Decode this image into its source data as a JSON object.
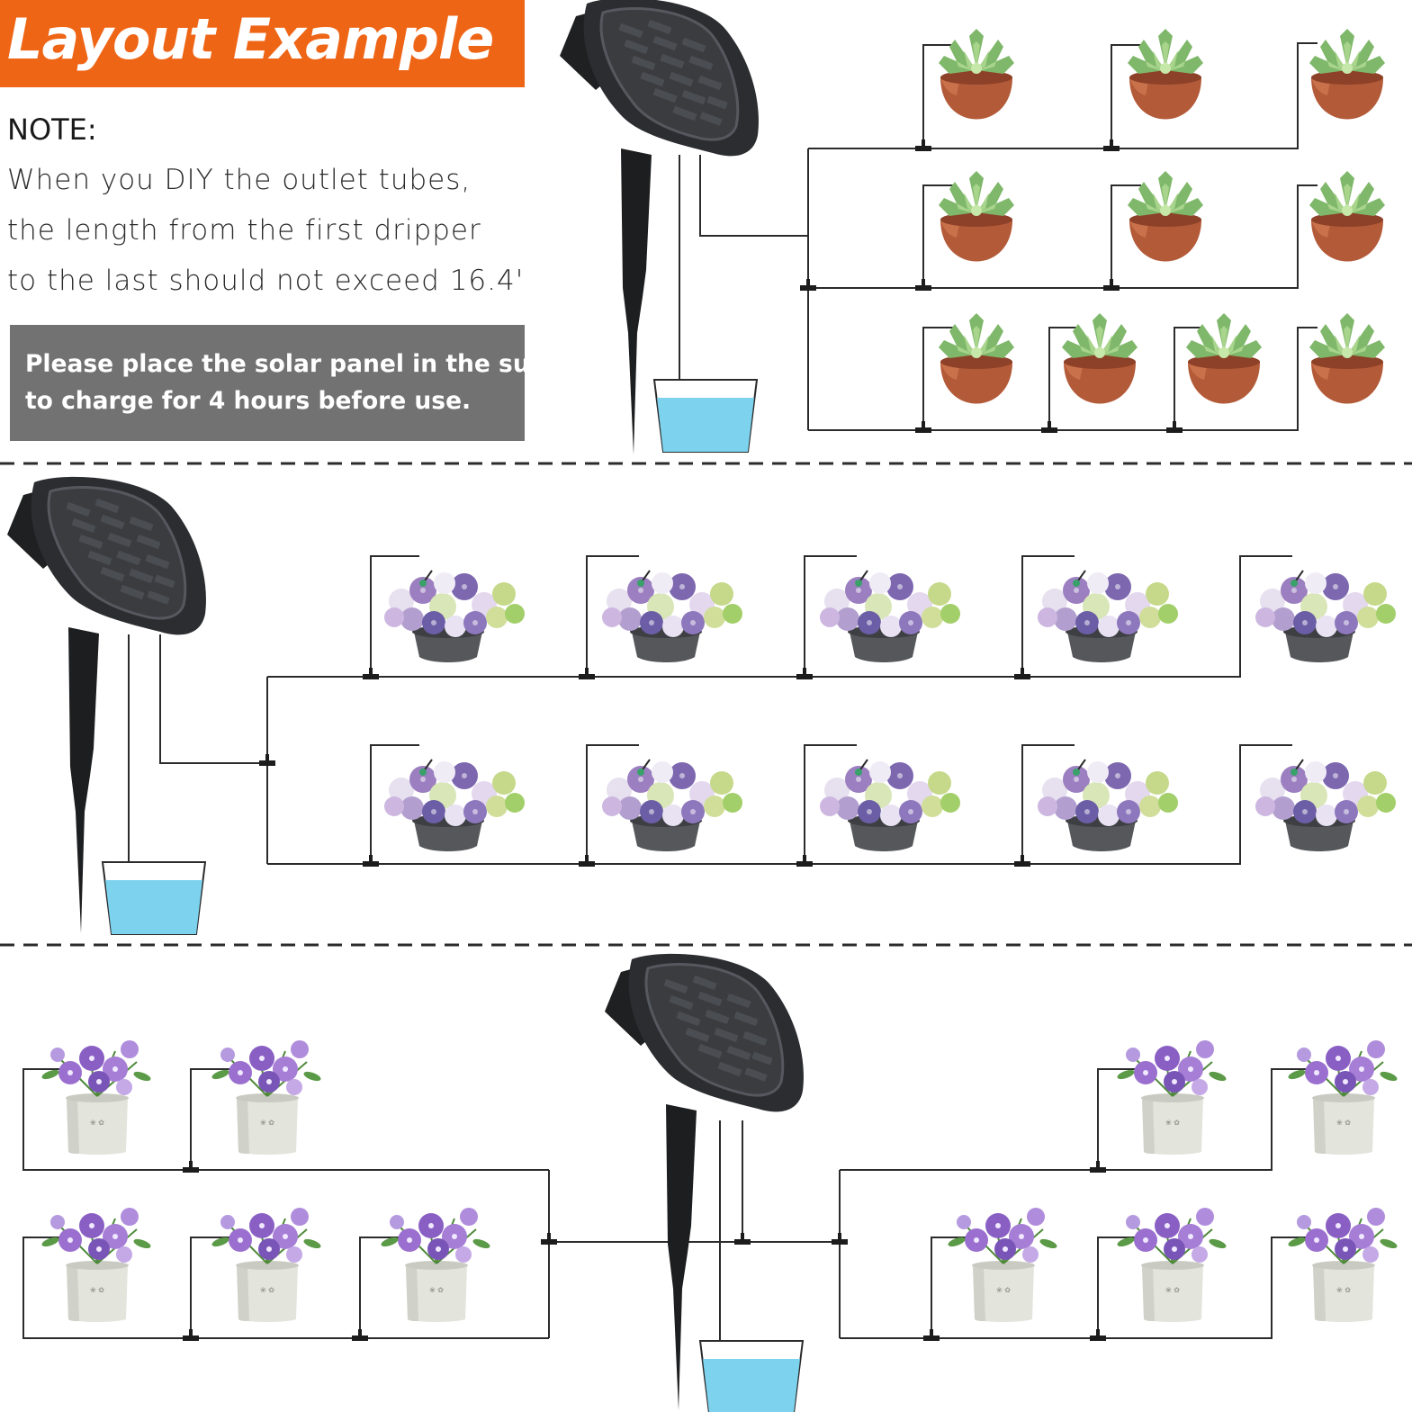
{
  "title": "Layout Example",
  "note": {
    "heading": "NOTE:",
    "lines": [
      "When you DIY the outlet tubes,",
      "the length from the first dripper",
      "to the last should not exceed 16.4'"
    ]
  },
  "charge_notice": {
    "lines": [
      "Please place the solar panel in the sun",
      "to charge for 4 hours before use."
    ]
  },
  "colors": {
    "banner": "#ef6516",
    "notice_box": "#727272",
    "water": "#7dd3ee",
    "tube": "#2b2b2b",
    "panel": "#2c2d30"
  },
  "icons": {
    "solar_panel": "solar-panel-icon",
    "water_bucket": "water-bucket-icon",
    "succulent_pot": "succulent-pot-icon",
    "flower_bowl": "flower-bowl-icon",
    "purple_flower_pot": "purple-flower-pot-icon"
  }
}
